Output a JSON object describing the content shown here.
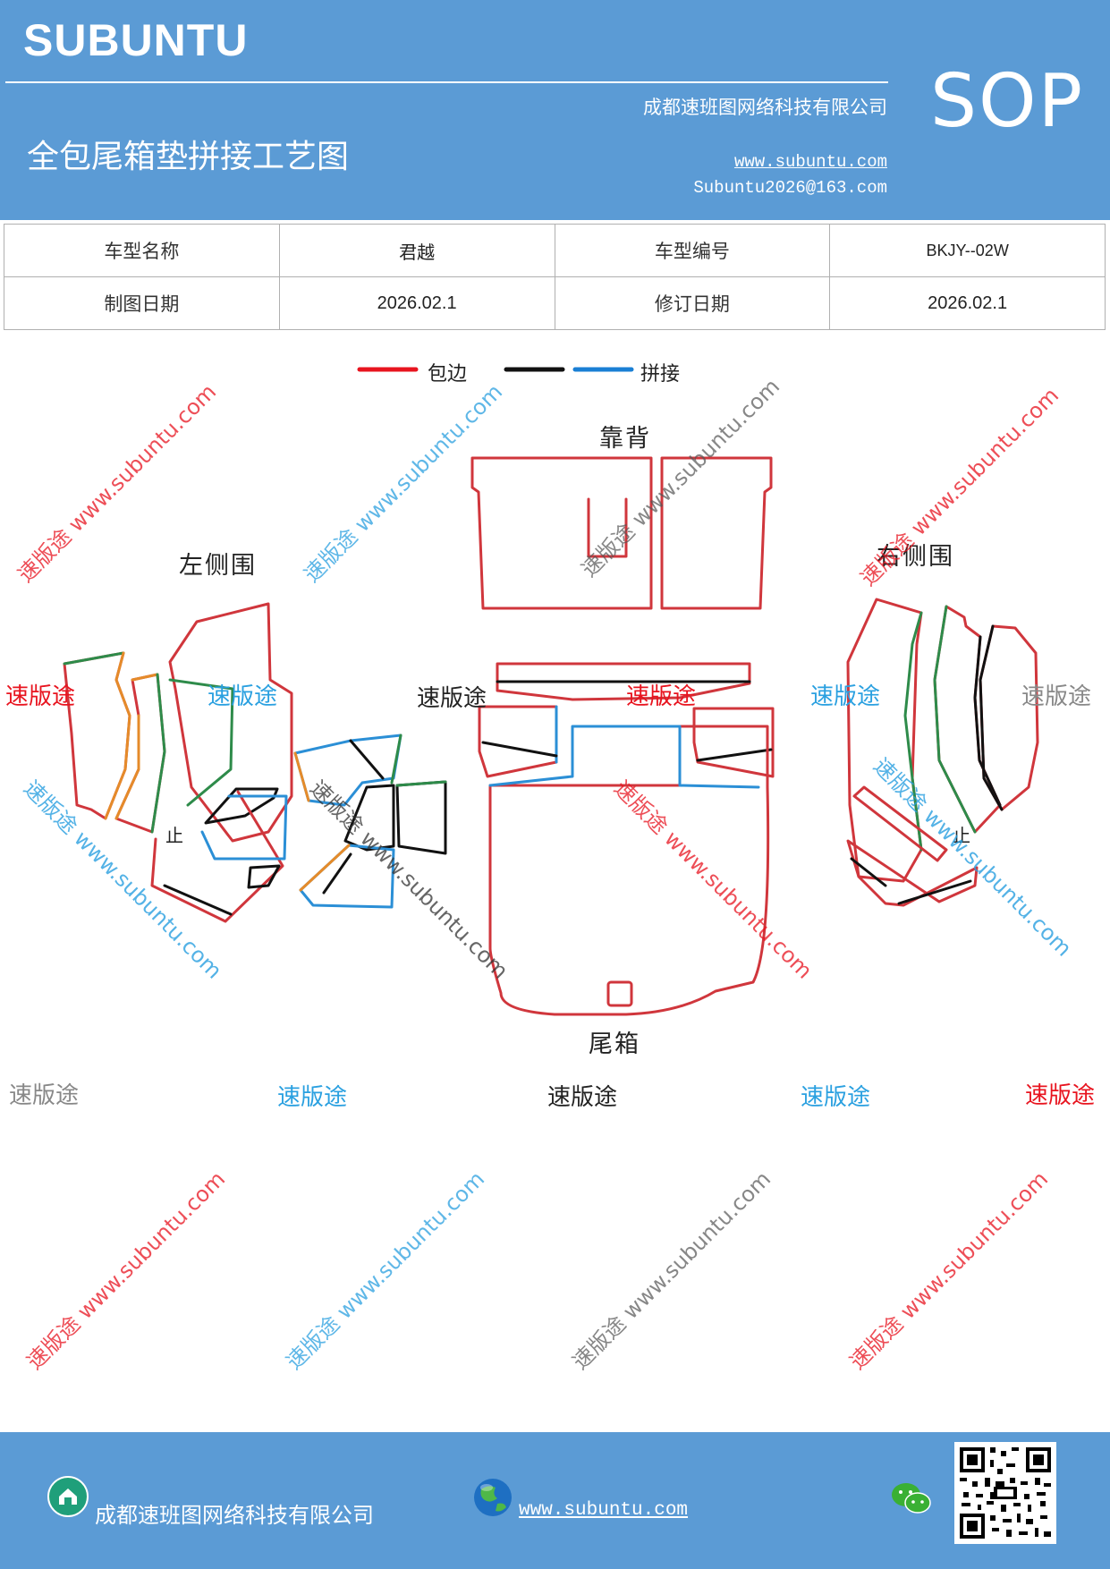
{
  "header": {
    "brand": "SUBUNTU",
    "company": "成都速班图网络科技有限公司",
    "title": "全包尾箱垫拼接工艺图",
    "website": "www.subuntu.com",
    "email": "Subuntu2026@163.com",
    "badge": "SOP"
  },
  "info_table": {
    "model_name_label": "车型名称",
    "model_name_value": "君越",
    "model_code_label": "车型编号",
    "model_code_value": "BKJY--02W",
    "draw_date_label": "制图日期",
    "draw_date_value": "2026.02.1",
    "revise_date_label": "修订日期",
    "revise_date_value": "2026.02.1"
  },
  "legend": {
    "hem_label": "包边",
    "splice_label": "拼接",
    "hem_color": "#e8141f",
    "black_color": "#111111",
    "splice_color": "#1a7fd4"
  },
  "diagram": {
    "backrest_label": "靠背",
    "left_side_label": "左侧围",
    "right_side_label": "右侧围",
    "trunk_label": "尾箱",
    "stop_mark": "止",
    "outline_color": "#d0363c",
    "green_color": "#2e8b4a",
    "orange_color": "#e58b2a",
    "blue_color": "#2b8fd6"
  },
  "watermarks": {
    "brand_text": "速版途",
    "site_text": "速版途 www.subuntu.com",
    "red": "#e8141f",
    "blue": "#2aa0e0",
    "gray": "#888888",
    "black": "#222222"
  },
  "footer": {
    "company": "成都速班图网络科技有限公司",
    "website": "www.subuntu.com "
  }
}
